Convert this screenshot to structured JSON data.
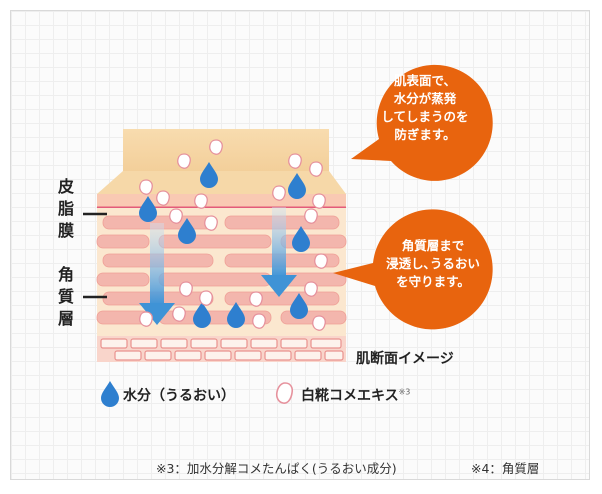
{
  "labels": {
    "sebum_membrane": "皮脂膜",
    "stratum_corneum": "角質層",
    "cross_section": "肌断面イメージ"
  },
  "bubbles": {
    "top": [
      "肌表面で、",
      "水分が蒸発",
      "してしまうのを",
      "防ぎます。"
    ],
    "middle": [
      "角質層まで",
      "浸透し､うるおい",
      "を守ります。"
    ]
  },
  "legend": {
    "water": "水分（うるおい）",
    "rice": "白糀コメエキス",
    "rice_note": "※3"
  },
  "footnotes": {
    "note3": "※3：加水分解コメたんぱく(うるおい成分)",
    "note4": "※4：角質層"
  },
  "colors": {
    "bubble_orange": "#e8640e",
    "water_blue": "#2e7fcf",
    "arrow_blue": "#5ba6dc",
    "skin_pink": "#f3b6ad",
    "skin_cream": "#fbe7cf",
    "sebum_line": "#e35b7a"
  }
}
